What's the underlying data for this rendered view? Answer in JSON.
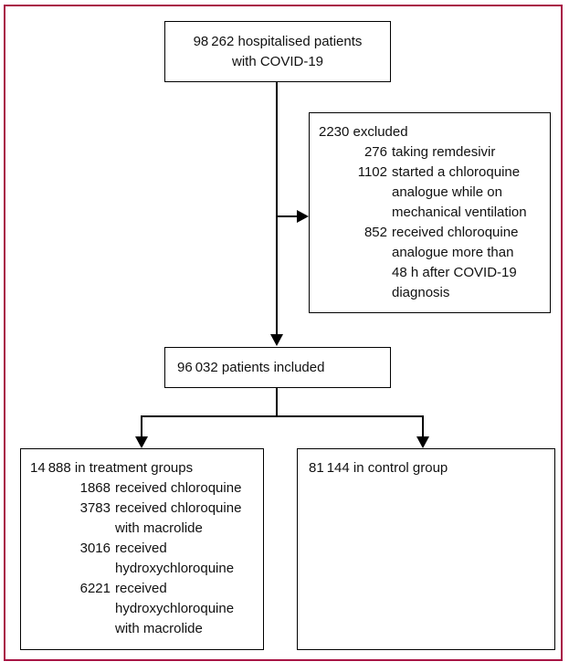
{
  "figure": {
    "frame_color": "#A81545",
    "top_box": {
      "lines": [
        "98 262 hospitalised patients",
        "with COVID-19"
      ]
    },
    "excluded_box": {
      "title": "2230 excluded",
      "items": [
        {
          "count": "276",
          "lines": [
            "taking remdesivir"
          ]
        },
        {
          "count": "1102",
          "lines": [
            "started a chloroquine",
            "analogue while on",
            "mechanical ventilation"
          ]
        },
        {
          "count": "852",
          "lines": [
            "received chloroquine",
            "analogue more than",
            "48 h after COVID-19",
            "diagnosis"
          ]
        }
      ]
    },
    "included_box": {
      "text": "96 032 patients included"
    },
    "treatment_box": {
      "title": "14 888 in treatment groups",
      "items": [
        {
          "count": "1868",
          "lines": [
            "received chloroquine"
          ]
        },
        {
          "count": "3783",
          "lines": [
            "received chloroquine",
            "with macrolide"
          ]
        },
        {
          "count": "3016",
          "lines": [
            "received",
            "hydroxychloroquine"
          ]
        },
        {
          "count": "6221",
          "lines": [
            "received",
            "hydroxychloroquine",
            "with macrolide"
          ]
        }
      ]
    },
    "control_box": {
      "text": "81 144 in control group"
    }
  }
}
